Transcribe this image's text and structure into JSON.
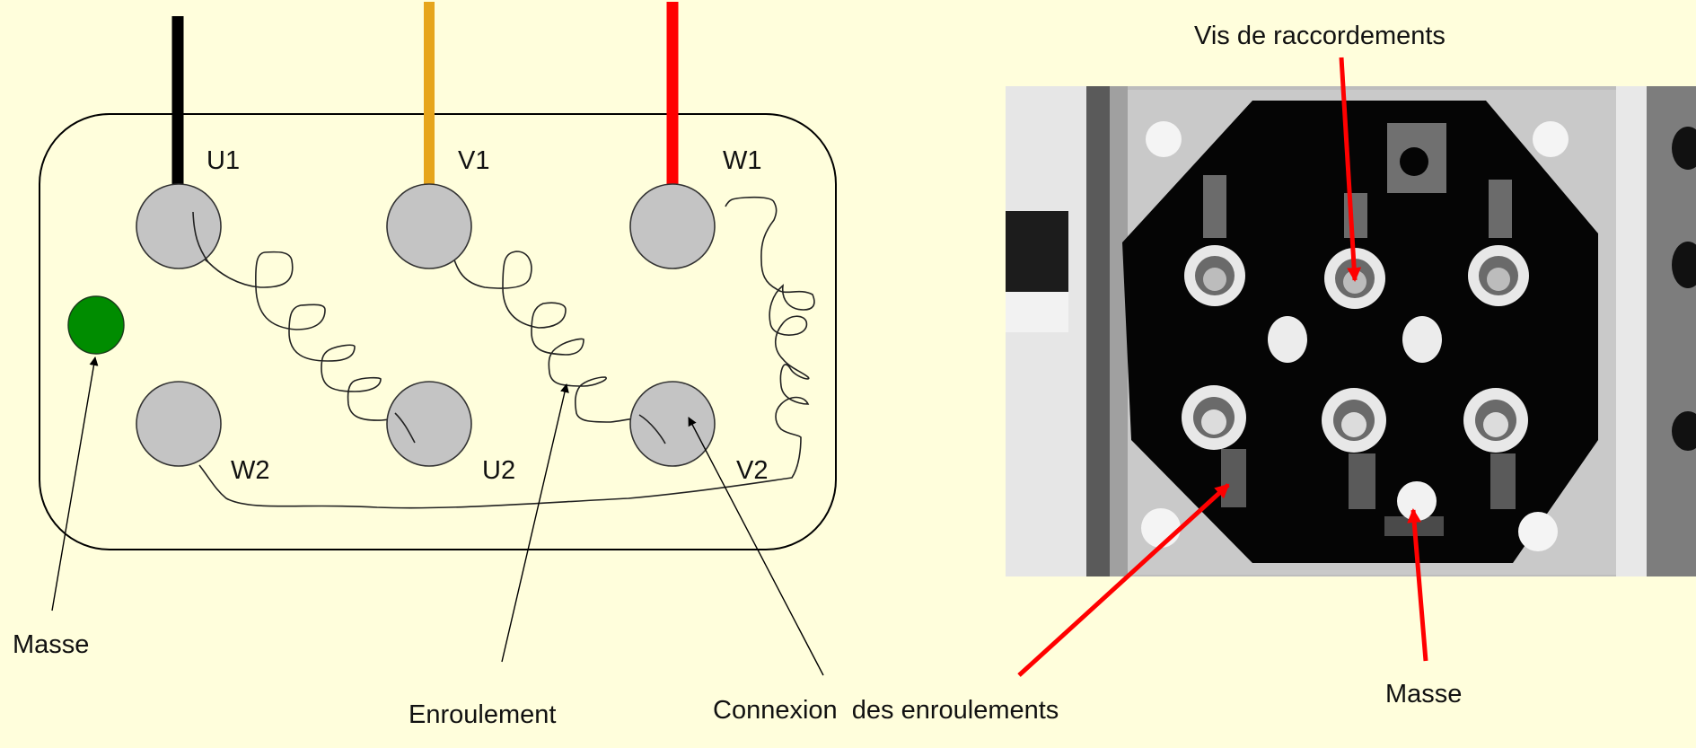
{
  "colors": {
    "background": "#FFFEDC",
    "terminal_fill": "#C4C4C4",
    "ground_fill": "#008C00",
    "wire_u": "#000000",
    "wire_v": "#E6A51C",
    "wire_w": "#FF0000",
    "photo_arrow": "#FF0000"
  },
  "schematic": {
    "terminals": {
      "U1": "U1",
      "V1": "V1",
      "W1": "W1",
      "W2": "W2",
      "U2": "U2",
      "V2": "V2"
    },
    "callouts": {
      "ground": "Masse",
      "winding": "Enroulement",
      "connection": "Connexion  des enroulements"
    }
  },
  "photo": {
    "subject": "motor terminal box photo (grayscale)",
    "callouts": {
      "screws": "Vis de raccordements",
      "ground": "Masse"
    }
  }
}
